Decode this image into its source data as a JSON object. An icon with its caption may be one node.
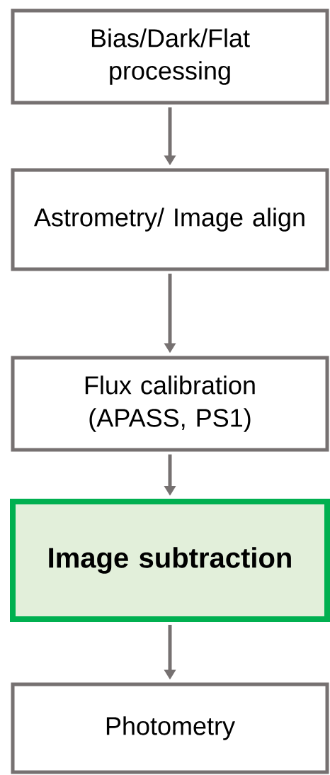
{
  "diagram": {
    "nodes": [
      {
        "text": [
          "Bias/Dark/Flat processing"
        ]
      },
      {
        "text": [
          "Astrometry/ Image align"
        ]
      },
      {
        "text": [
          "Flux calibration (APASS, PS1)"
        ]
      },
      {
        "text": [
          "Image subtraction"
        ]
      },
      {
        "text": [
          "Photometry"
        ]
      }
    ],
    "edges": [
      {
        "from": 0,
        "to": 1,
        "arrow": "to"
      },
      {
        "from": 1,
        "to": 2,
        "arrow": "to"
      },
      {
        "from": 2,
        "to": 3,
        "arrow": "to"
      },
      {
        "from": 3,
        "to": 4,
        "arrow": "to"
      }
    ]
  }
}
